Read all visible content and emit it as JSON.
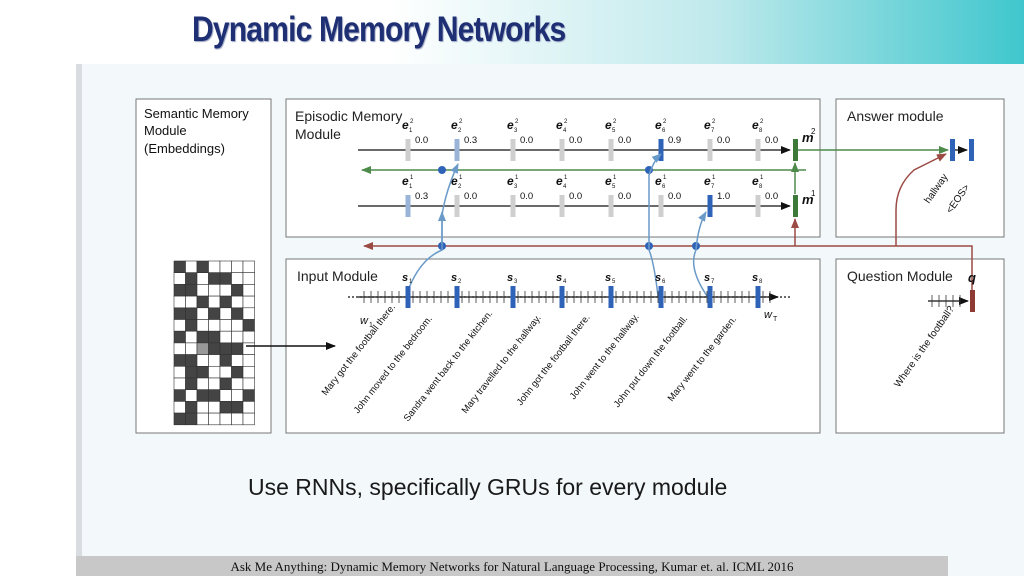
{
  "slide": {
    "title": "Dynamic Memory Networks",
    "caption": "Use RNNs, specifically GRUs for every module",
    "footer": "Ask Me Anything: Dynamic Memory Networks for Natural Language Processing, Kumar et. al. ICML 2016"
  },
  "diagram": {
    "semantic_memory": {
      "line1": "Semantic Memory",
      "line2": "Module",
      "line3": "(Embeddings)"
    },
    "episodic_memory": {
      "line1": "Episodic Memory",
      "line2": "Module",
      "pass2": {
        "labels": [
          "e",
          "e",
          "e",
          "e",
          "e",
          "e",
          "e",
          "e"
        ],
        "gates": [
          "0.0",
          "0.3",
          "0.0",
          "0.0",
          "0.0",
          "0.9",
          "0.0",
          "0.0"
        ],
        "memory": "m"
      },
      "pass1": {
        "labels": [
          "e",
          "e",
          "e",
          "e",
          "e",
          "e",
          "e",
          "e"
        ],
        "gates": [
          "0.3",
          "0.0",
          "0.0",
          "0.0",
          "0.0",
          "0.0",
          "1.0",
          "0.0"
        ],
        "memory": "m"
      }
    },
    "answer_module": {
      "title": "Answer module",
      "outputs": [
        "hallway",
        "<EOS>"
      ]
    },
    "input_module": {
      "title": "Input Module",
      "states": [
        "s",
        "s",
        "s",
        "s",
        "s",
        "s",
        "s",
        "s"
      ],
      "w_start": "w",
      "w_end": "w",
      "sentences": [
        "Mary got the football there.",
        "John moved to the bedroom.",
        "Sandra went back to the kitchen.",
        "Mary travelled to the hallway.",
        "John got the football there.",
        "John went to the hallway.",
        "John put down the football.",
        "Mary went to the garden."
      ]
    },
    "question_module": {
      "title": "Question Module",
      "q_label": "q",
      "question": "Where is the football?"
    }
  }
}
